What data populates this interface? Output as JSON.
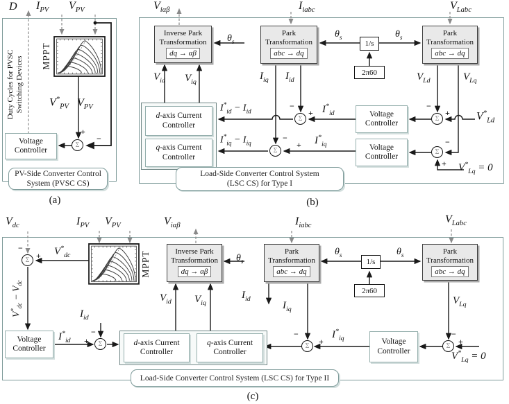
{
  "colors": {
    "panel_border": "#7d9a99",
    "block_fill": "#e9e9e9",
    "solid_line": "#1a1a1a",
    "dashed_line": "#8a8a8a"
  },
  "shared": {
    "sigma": "Σ",
    "plus": "+",
    "minus": "−",
    "theta_s": "θ_s",
    "mppt": "MPPT",
    "one_over_s": "1/s",
    "two_pi_60": "2π60",
    "voltage": "Voltage",
    "controller": "Controller",
    "park_l1": "Park",
    "park_l2": "Transformation",
    "park_inner": "abc → dq",
    "ipark_l1": "Inverse Park",
    "ipark_l2": "Transformation",
    "ipark_inner": "dq → αβ",
    "d_axis": "d-axis Current",
    "q_axis": "q-axis Current",
    "I_PV": "I_PV",
    "V_PV": "V_PV",
    "V_iab": "V_iαβ",
    "I_iabc": "I_iabc",
    "V_Labc": "V_Labc",
    "V_id": "V_id",
    "V_iq": "V_iq",
    "I_id": "I_id",
    "I_iq": "I_iq",
    "V_Ld": "V_Ld",
    "V_Lq": "V_Lq",
    "Istar_id": "I^*_id",
    "Istar_iq": "I^*_iq",
    "Vstar_Ld": "V^*_Ld",
    "Vstar_Lq0": "V^*_Lq = 0"
  },
  "panel_a": {
    "caption": "(a)",
    "D": "D",
    "duty1": "Duty Cycles for PVSC",
    "duty2": "Switching Devices",
    "Vstar_PV": "V^*_PV",
    "footer1": "PV-Side Converter Control",
    "footer2": "System (PVSC CS)"
  },
  "panel_b": {
    "caption": "(b)",
    "diff_d": "I^*_id − I_id",
    "diff_q": "I^*_iq − I_iq",
    "footer1": "Load-Side Converter Control System",
    "footer2": "(LSC CS) for Type I"
  },
  "panel_c": {
    "caption": "(c)",
    "V_dc": "V_dc",
    "Vstar_dc": "V^*_dc",
    "err_dc": "V^*_dc − V_dc",
    "footer": "Load-Side Converter Control System (LSC CS) for Type II"
  }
}
